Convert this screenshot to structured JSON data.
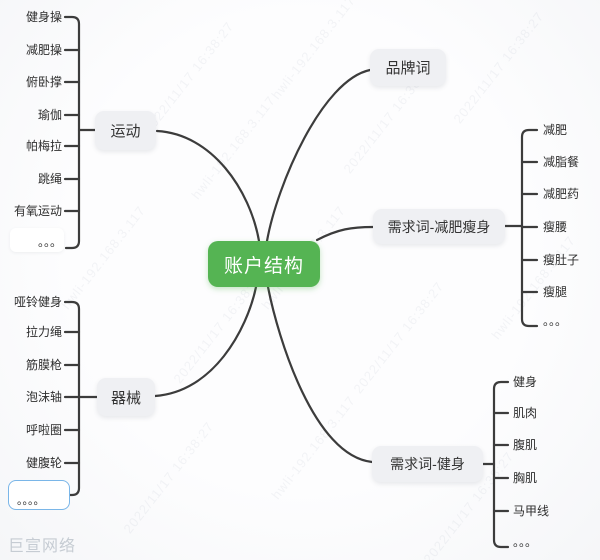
{
  "root": {
    "label": "账户结构"
  },
  "branches": [
    {
      "label": "运动",
      "children": [
        "健身操",
        "减肥操",
        "俯卧撑",
        "瑜伽",
        "帕梅拉",
        "跳绳",
        "有氧运动",
        "。。。"
      ]
    },
    {
      "label": "品牌词",
      "children": []
    },
    {
      "label": "需求词-减肥瘦身",
      "children": [
        "减肥",
        "减脂餐",
        "减肥药",
        "瘦腰",
        "瘦肚子",
        "瘦腿",
        "。。。"
      ]
    },
    {
      "label": "器械",
      "children": [
        "哑铃健身",
        "拉力绳",
        "筋膜枪",
        "泡沫轴",
        "呼啦圈",
        "健腹轮",
        "。。。。"
      ]
    },
    {
      "label": "需求词-健身",
      "children": [
        "健身",
        "肌肉",
        "腹肌",
        "胸肌",
        "马甲线",
        "。。。"
      ]
    }
  ],
  "colors": {
    "root_bg": "#55b453",
    "root_text": "#ffffff",
    "node_bg": "#eff0f3",
    "node_text": "#333333",
    "line": "#3c3c3c",
    "selected_border": "#7ab6e8",
    "brand_watermark": "#c6ccd3"
  },
  "watermark": {
    "brand": "巨宣网络",
    "stamp_line1": "2022/11/17 16:38:27",
    "stamp_line2": "hwli-192.168.3.117"
  }
}
